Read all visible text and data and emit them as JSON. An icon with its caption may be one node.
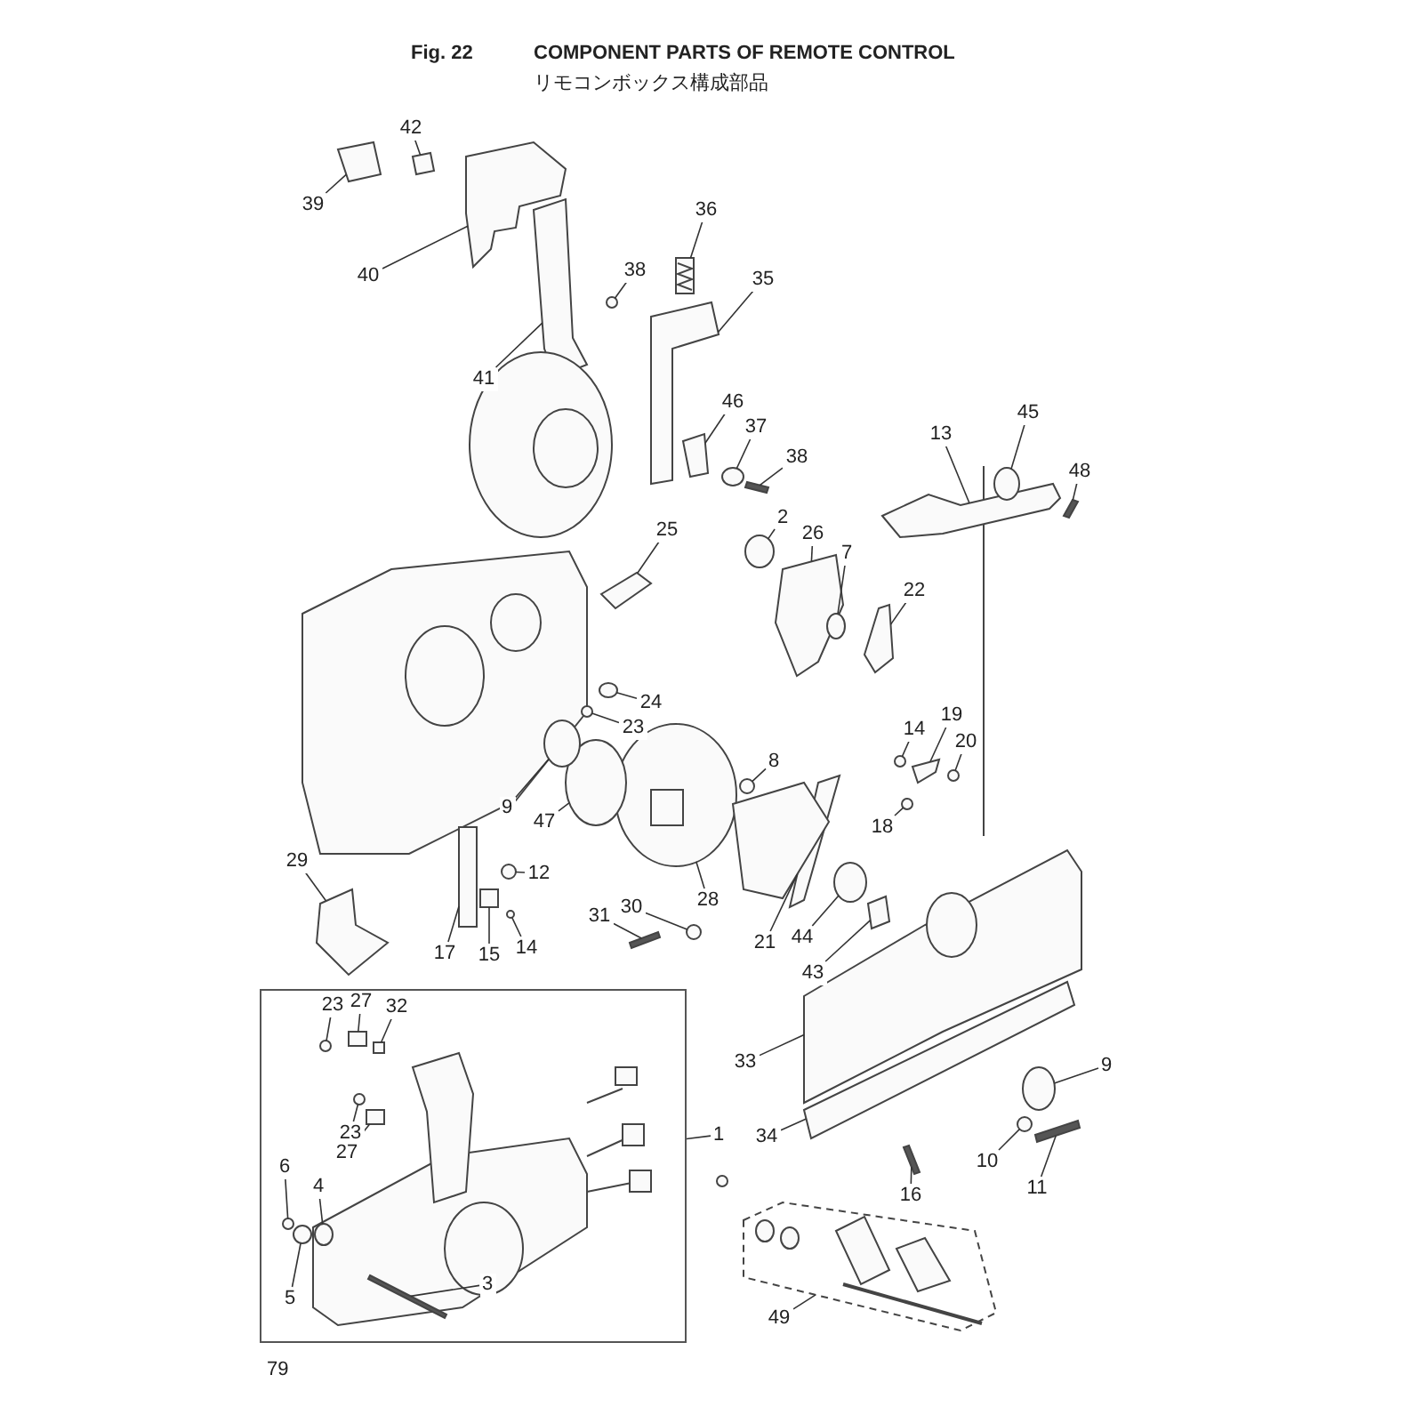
{
  "diagram": {
    "title": "COMPONENT PARTS OF REMOTE CONTROL",
    "nodes": [
      {
        "text": [
          "42"
        ]
      },
      {
        "text": [
          "39"
        ]
      },
      {
        "text": [
          "40"
        ]
      },
      {
        "text": [
          "38"
        ]
      },
      {
        "text": [
          "36"
        ]
      },
      {
        "text": [
          "35"
        ]
      },
      {
        "text": [
          "41"
        ]
      },
      {
        "text": [
          "46"
        ]
      },
      {
        "text": [
          "37"
        ]
      },
      {
        "text": [
          "38"
        ]
      },
      {
        "text": [
          "13"
        ]
      },
      {
        "text": [
          "45"
        ]
      },
      {
        "text": [
          "48"
        ]
      },
      {
        "text": [
          "25"
        ]
      },
      {
        "text": [
          "2"
        ]
      },
      {
        "text": [
          "26"
        ]
      },
      {
        "text": [
          "7"
        ]
      },
      {
        "text": [
          "22"
        ]
      },
      {
        "text": [
          "24"
        ]
      },
      {
        "text": [
          "23"
        ]
      },
      {
        "text": [
          "14"
        ]
      },
      {
        "text": [
          "19"
        ]
      },
      {
        "text": [
          "20"
        ]
      },
      {
        "text": [
          "8"
        ]
      },
      {
        "text": [
          "18"
        ]
      },
      {
        "text": [
          "9"
        ]
      },
      {
        "text": [
          "47"
        ]
      },
      {
        "text": [
          "12"
        ]
      },
      {
        "text": [
          "28"
        ]
      },
      {
        "text": [
          "29"
        ]
      },
      {
        "text": [
          "30"
        ]
      },
      {
        "text": [
          "31"
        ]
      },
      {
        "text": [
          "15"
        ]
      },
      {
        "text": [
          "14"
        ]
      },
      {
        "text": [
          "17"
        ]
      },
      {
        "text": [
          "21"
        ]
      },
      {
        "text": [
          "44"
        ]
      },
      {
        "text": [
          "43"
        ]
      },
      {
        "text": [],
        "shape": "box"
      },
      {
        "text": [
          "23"
        ],
        "in": 38
      },
      {
        "text": [
          "27"
        ],
        "in": 38
      },
      {
        "text": [
          "32"
        ],
        "in": 38
      },
      {
        "text": [
          "23"
        ],
        "in": 38
      },
      {
        "text": [
          "27"
        ],
        "in": 38
      },
      {
        "text": [
          "6"
        ],
        "in": 38
      },
      {
        "text": [
          "4"
        ],
        "in": 38
      },
      {
        "text": [
          "5"
        ],
        "in": 38
      },
      {
        "text": [
          "3"
        ],
        "in": 38
      },
      {
        "text": [
          "33"
        ]
      },
      {
        "text": [
          "9"
        ]
      },
      {
        "text": [
          "34"
        ]
      },
      {
        "text": [
          "16"
        ]
      },
      {
        "text": [
          "10"
        ]
      },
      {
        "text": [
          "11"
        ]
      },
      {
        "text": [
          "49"
        ]
      },
      {
        "text": [
          "1"
        ]
      },
      {
        "text": [],
        "shape": "box"
      },
      {
        "text": [],
        "shape": "box"
      },
      {
        "text": [],
        "shape": "box"
      },
      {
        "text": [],
        "shape": "circle"
      },
      {
        "text": [],
        "shape": "box"
      },
      {
        "text": [],
        "shape": "box"
      },
      {
        "text": [],
        "shape": "box"
      },
      {
        "text": [],
        "shape": "box"
      },
      {
        "text": [],
        "shape": "circle"
      },
      {
        "text": [],
        "shape": "bar"
      },
      {
        "text": [],
        "shape": "box"
      },
      {
        "text": [],
        "shape": "circle"
      },
      {
        "text": [],
        "shape": "bar"
      },
      {
        "text": [],
        "shape": "box"
      },
      {
        "text": [],
        "shape": "circle"
      },
      {
        "text": [],
        "shape": "box"
      },
      {
        "text": [],
        "shape": "circle"
      },
      {
        "text": [],
        "shape": "box"
      },
      {
        "text": [],
        "shape": "circle"
      },
      {
        "text": [],
        "shape": "circle"
      },
      {
        "text": [],
        "shape": "circle"
      },
      {
        "text": [],
        "shape": "box"
      },
      {
        "text": [],
        "shape": "circle"
      },
      {
        "text": [],
        "shape": "circle"
      },
      {
        "text": [],
        "shape": "circle"
      },
      {
        "text": [],
        "shape": "circle"
      },
      {
        "text": [],
        "shape": "circle"
      },
      {
        "text": [],
        "shape": "circle"
      },
      {
        "text": [],
        "shape": "circle"
      },
      {
        "text": [],
        "shape": "box"
      },
      {
        "text": [],
        "shape": "circle"
      },
      {
        "text": [],
        "shape": "bar"
      },
      {
        "text": [],
        "shape": "box"
      },
      {
        "text": [],
        "shape": "circle"
      },
      {
        "text": [],
        "shape": "box"
      },
      {
        "text": [],
        "shape": "box"
      },
      {
        "text": [],
        "shape": "circle"
      },
      {
        "text": [],
        "shape": "box"
      },
      {
        "text": [],
        "shape": "circle",
        "in": 38
      },
      {
        "text": [],
        "shape": "box",
        "in": 38
      },
      {
        "text": [],
        "shape": "box",
        "in": 38
      },
      {
        "text": [],
        "shape": "circle",
        "in": 38
      },
      {
        "text": [],
        "shape": "box",
        "in": 38
      },
      {
        "text": [],
        "shape": "circle",
        "in": 38
      },
      {
        "text": [],
        "shape": "circle",
        "in": 38
      },
      {
        "text": [],
        "shape": "circle",
        "in": 38
      },
      {
        "text": [],
        "shape": "bar",
        "in": 38
      },
      {
        "text": [],
        "shape": "box"
      },
      {
        "text": [],
        "shape": "circle"
      },
      {
        "text": [],
        "shape": "box"
      },
      {
        "text": [],
        "shape": "bar"
      },
      {
        "text": [],
        "shape": "circle"
      },
      {
        "text": [],
        "shape": "bar"
      },
      {
        "text": [],
        "shape": "box"
      }
    ],
    "edges": [
      {
        "from": 0,
        "to": 56,
        "arrow": "none"
      },
      {
        "from": 1,
        "to": 57,
        "arrow": "none"
      },
      {
        "from": 2,
        "to": 58,
        "arrow": "none"
      },
      {
        "from": 3,
        "to": 59,
        "arrow": "none"
      },
      {
        "from": 4,
        "to": 60,
        "arrow": "none"
      },
      {
        "from": 5,
        "to": 61,
        "arrow": "none"
      },
      {
        "from": 6,
        "to": 62,
        "arrow": "none"
      },
      {
        "from": 7,
        "to": 63,
        "arrow": "none"
      },
      {
        "from": 8,
        "to": 64,
        "arrow": "none"
      },
      {
        "from": 9,
        "to": 65,
        "arrow": "none"
      },
      {
        "from": 10,
        "to": 66,
        "arrow": "none"
      },
      {
        "from": 11,
        "to": 67,
        "arrow": "none"
      },
      {
        "from": 12,
        "to": 68,
        "arrow": "none"
      },
      {
        "from": 13,
        "to": 69,
        "arrow": "none"
      },
      {
        "from": 14,
        "to": 70,
        "arrow": "none"
      },
      {
        "from": 15,
        "to": 71,
        "arrow": "none"
      },
      {
        "from": 16,
        "to": 72,
        "arrow": "none"
      },
      {
        "from": 17,
        "to": 73,
        "arrow": "none"
      },
      {
        "from": 18,
        "to": 74,
        "arrow": "none"
      },
      {
        "from": 19,
        "to": 75,
        "arrow": "none"
      },
      {
        "from": 20,
        "to": 76,
        "arrow": "none"
      },
      {
        "from": 21,
        "to": 77,
        "arrow": "none"
      },
      {
        "from": 22,
        "to": 78,
        "arrow": "none"
      },
      {
        "from": 23,
        "to": 79,
        "arrow": "none"
      },
      {
        "from": 24,
        "to": 80,
        "arrow": "none"
      },
      {
        "from": 25,
        "to": 81,
        "arrow": "none"
      },
      {
        "from": 26,
        "to": 82,
        "arrow": "none"
      },
      {
        "from": 27,
        "to": 83,
        "arrow": "none"
      },
      {
        "from": 28,
        "to": 84,
        "arrow": "none"
      },
      {
        "from": 29,
        "to": 85,
        "arrow": "none"
      },
      {
        "from": 30,
        "to": 86,
        "arrow": "none"
      },
      {
        "from": 31,
        "to": 87,
        "arrow": "none"
      },
      {
        "from": 32,
        "to": 88,
        "arrow": "none"
      },
      {
        "from": 33,
        "to": 89,
        "arrow": "none"
      },
      {
        "from": 34,
        "to": 90,
        "arrow": "none"
      },
      {
        "from": 35,
        "to": 91,
        "arrow": "none"
      },
      {
        "from": 36,
        "to": 92,
        "arrow": "none"
      },
      {
        "from": 37,
        "to": 93,
        "arrow": "none"
      },
      {
        "from": 39,
        "to": 94,
        "arrow": "none"
      },
      {
        "from": 40,
        "to": 95,
        "arrow": "none"
      },
      {
        "from": 41,
        "to": 96,
        "arrow": "none"
      },
      {
        "from": 42,
        "to": 97,
        "arrow": "none"
      },
      {
        "from": 43,
        "to": 98,
        "arrow": "none"
      },
      {
        "from": 44,
        "to": 99,
        "arrow": "none"
      },
      {
        "from": 45,
        "to": 100,
        "arrow": "none"
      },
      {
        "from": 46,
        "to": 101,
        "arrow": "none"
      },
      {
        "from": 47,
        "to": 102,
        "arrow": "none"
      },
      {
        "from": 48,
        "to": 103,
        "arrow": "none"
      },
      {
        "from": 49,
        "to": 104,
        "arrow": "none"
      },
      {
        "from": 50,
        "to": 105,
        "arrow": "none"
      },
      {
        "from": 51,
        "to": 106,
        "arrow": "none"
      },
      {
        "from": 52,
        "to": 107,
        "arrow": "none"
      },
      {
        "from": 53,
        "to": 108,
        "arrow": "none"
      },
      {
        "from": 54,
        "to": 109,
        "arrow": "none"
      },
      {
        "from": 55,
        "to": 38,
        "arrow": "none"
      }
    ],
    "labels": [
      "Fig. 22",
      "リモコンボックス構成部品",
      "79"
    ]
  }
}
